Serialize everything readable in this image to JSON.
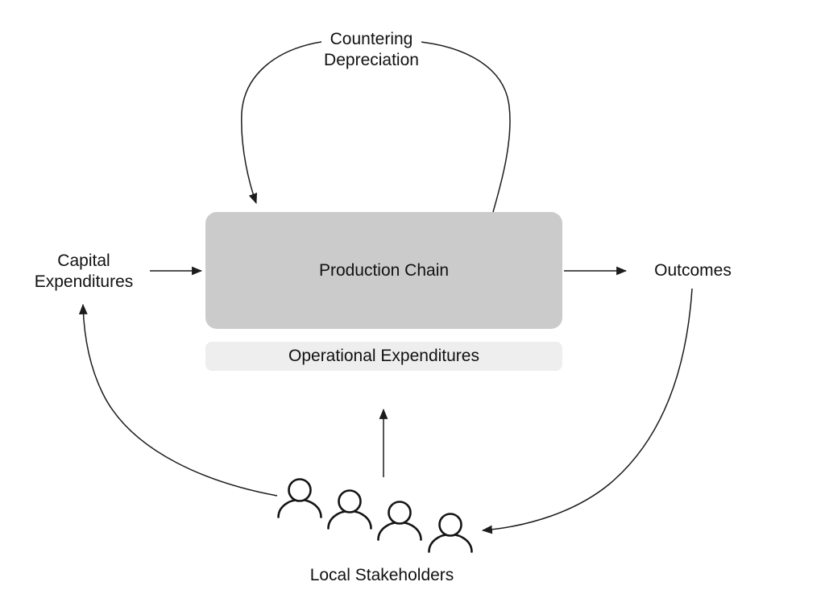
{
  "diagram": {
    "background_color": "#ffffff",
    "line_color": "#1c1c1c",
    "text_color": "#111111",
    "nodes": {
      "capital_expenditures": {
        "label": "Capital\nExpenditures"
      },
      "production_chain": {
        "label": "Production Chain",
        "fill": "#cbcbcb"
      },
      "operational_expenditures": {
        "label": "Operational Expenditures",
        "fill": "#eeeeee"
      },
      "outcomes": {
        "label": "Outcomes"
      },
      "local_stakeholders": {
        "label": "Local Stakeholders",
        "person_count": 4
      }
    },
    "edges": {
      "countering_depreciation": {
        "label": "Countering\nDepreciation",
        "from": "production_chain",
        "to": "production_chain",
        "type": "self-loop"
      },
      "capex_to_production": {
        "from": "capital_expenditures",
        "to": "production_chain"
      },
      "production_to_outcomes": {
        "from": "production_chain",
        "to": "outcomes"
      },
      "outcomes_to_stakeholders": {
        "from": "outcomes",
        "to": "local_stakeholders"
      },
      "stakeholders_to_opex": {
        "from": "local_stakeholders",
        "to": "operational_expenditures"
      },
      "stakeholders_to_capex": {
        "from": "local_stakeholders",
        "to": "capital_expenditures"
      }
    }
  }
}
